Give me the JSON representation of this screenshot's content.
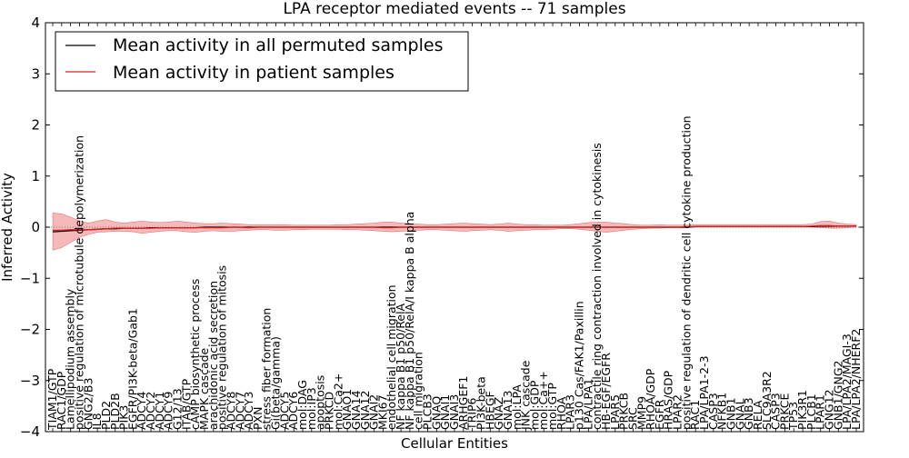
{
  "chart_data": {
    "type": "line",
    "title": "LPA receptor mediated events -- 71 samples",
    "xlabel": "Cellular Entities",
    "ylabel": "Inferred Activity",
    "ylim": [
      -4,
      4
    ],
    "yticks": [
      -4,
      -3,
      -2,
      -1,
      0,
      1,
      2,
      3,
      4
    ],
    "grid": false,
    "legend_position": "top-left",
    "categories": [
      "TIAM1/GTP",
      "RAC1/GDP",
      "Lamellipodium assembly",
      "positive regulation of microtubule depolymerization",
      "GNG2/B3",
      "IL8",
      "PLD2",
      "PLD2B",
      "PIK3",
      "EGFR/PI3K-beta/Gab1",
      "ADCY4",
      "ADCY2",
      "ADCY1",
      "ADCY9",
      "G12/13",
      "ITAB/GTP",
      "cAMP biosynthetic process",
      "MAPK cascade",
      "arachidonic acid secretion",
      "positive regulation of mitosis",
      "ADCY8",
      "ADCY7",
      "ADCY3",
      "PXN",
      "stress fiber formation",
      "Gi(beta/gamma)",
      "ADCY5",
      "ADCY6",
      "mol:DAG",
      "mol:IP3",
      "apoptosis",
      "PRKCD",
      "mol:Ca2+",
      "GNAO1",
      "GNA14",
      "GNA12",
      "GNAI2",
      "MKI67",
      "endothelial cell migration",
      "NF kappa B1 p50/RelA",
      "NF kappa B1 p50/RelA/I kappa B alpha",
      "cell migration",
      "PLCB3",
      "GNAQ",
      "GNAI1",
      "GNAI3",
      "ARHGEF1",
      "TRIP6",
      "PI3K-beta",
      "HBEGF",
      "GNAZ",
      "GNA13",
      "mol:LPA",
      "JNK cascade",
      "mol:GDP",
      "mol:Ca++",
      "mol:GTP",
      "RHOA",
      "LPAR3",
      "p130 Cas/FAK1/Paxillin",
      "LPA/LPA1",
      "contractile ring contraction involved in cytokinesis",
      "HB-EGF/EGFR",
      "LPAR5",
      "PRKCB",
      "SRC",
      "MMP9",
      "RHOA/GDP",
      "EGFR",
      "HRAS/GDP",
      "LPAR2",
      "positive regulation of dendritic cell cytokine production",
      "RAC1",
      "LPA/LPA1-2-3",
      "CASP3",
      "NFKB1",
      "GNB1",
      "GNAL",
      "GNB3",
      "RELA",
      "SLC9A3R2",
      "CASP3",
      "PRKCE",
      "TP53",
      "PIK3R1",
      "PLCB1",
      "LPAR1",
      "GNG12",
      "GNB1/GNG2",
      "LPA/LPA2/MAGI-3",
      "LPA/LPA2/NHERF2"
    ],
    "series": [
      {
        "name": "Mean activity in all permuted samples",
        "color": "#000000",
        "values": [
          -0.09,
          -0.08,
          -0.07,
          -0.06,
          -0.05,
          -0.04,
          -0.03,
          -0.03,
          -0.02,
          -0.02,
          -0.02,
          -0.01,
          -0.01,
          -0.01,
          -0.01,
          -0.01,
          -0.01,
          0.0,
          0.0,
          0.0,
          0.0,
          0.0,
          0.0,
          0.0,
          0.0,
          0.0,
          0.0,
          0.0,
          0.0,
          0.0,
          0.0,
          0.0,
          0.0,
          0.0,
          0.0,
          0.0,
          0.0,
          0.0,
          0.0,
          0.0,
          0.0,
          0.0,
          0.0,
          0.0,
          0.0,
          0.0,
          0.0,
          0.0,
          0.0,
          0.0,
          0.0,
          0.0,
          0.0,
          0.0,
          0.0,
          0.0,
          0.0,
          0.0,
          0.0,
          0.0,
          0.0,
          0.0,
          0.0,
          0.0,
          0.0,
          0.0,
          0.0,
          0.0,
          0.0,
          0.0,
          0.0,
          0.0,
          0.01,
          0.01,
          0.01,
          0.01,
          0.01,
          0.01,
          0.01,
          0.01,
          0.01,
          0.01,
          0.01,
          0.01,
          0.01,
          0.01,
          0.02,
          0.02,
          0.02,
          0.02,
          0.02
        ],
        "lower": [
          -0.45,
          -0.4,
          -0.3,
          -0.2,
          -0.14,
          -0.1,
          -0.09,
          -0.08,
          -0.08,
          -0.09,
          -0.12,
          -0.1,
          -0.08,
          -0.07,
          -0.07,
          -0.09,
          -0.1,
          -0.08,
          -0.07,
          -0.08,
          -0.08,
          -0.07,
          -0.06,
          -0.05,
          -0.05,
          -0.06,
          -0.06,
          -0.05,
          -0.05,
          -0.04,
          -0.04,
          -0.04,
          -0.04,
          -0.05,
          -0.05,
          -0.06,
          -0.07,
          -0.08,
          -0.09,
          -0.08,
          -0.07,
          -0.06,
          -0.05,
          -0.05,
          -0.06,
          -0.07,
          -0.08,
          -0.07,
          -0.06,
          -0.05,
          -0.06,
          -0.08,
          -0.07,
          -0.06,
          -0.05,
          -0.05,
          -0.04,
          -0.03,
          -0.03,
          -0.04,
          -0.06,
          -0.08,
          -0.1,
          -0.08,
          -0.06,
          -0.04,
          -0.03,
          -0.02,
          -0.02,
          -0.01,
          -0.01,
          -0.01,
          0.0,
          0.0,
          0.0,
          0.0,
          0.0,
          0.0,
          0.0,
          0.0,
          0.0,
          0.0,
          0.0,
          0.0,
          0.0,
          0.0,
          -0.01,
          -0.02,
          -0.02,
          -0.01,
          0.0
        ],
        "upper": [
          0.28,
          0.26,
          0.2,
          0.12,
          0.08,
          0.12,
          0.15,
          0.1,
          0.08,
          0.1,
          0.12,
          0.1,
          0.09,
          0.1,
          0.12,
          0.1,
          0.08,
          0.07,
          0.07,
          0.08,
          0.07,
          0.06,
          0.05,
          0.05,
          0.05,
          0.05,
          0.05,
          0.04,
          0.04,
          0.04,
          0.04,
          0.04,
          0.05,
          0.05,
          0.06,
          0.07,
          0.08,
          0.1,
          0.1,
          0.08,
          0.07,
          0.06,
          0.05,
          0.05,
          0.06,
          0.07,
          0.08,
          0.07,
          0.06,
          0.05,
          0.06,
          0.08,
          0.06,
          0.05,
          0.05,
          0.04,
          0.04,
          0.04,
          0.05,
          0.07,
          0.09,
          0.1,
          0.1,
          0.08,
          0.07,
          0.05,
          0.04,
          0.04,
          0.05,
          0.04,
          0.04,
          0.04,
          0.05,
          0.05,
          0.05,
          0.05,
          0.05,
          0.05,
          0.05,
          0.05,
          0.05,
          0.05,
          0.05,
          0.05,
          0.05,
          0.06,
          0.11,
          0.12,
          0.08,
          0.06,
          0.05
        ]
      },
      {
        "name": "Mean activity in patient samples",
        "color": "#d62020",
        "values": [
          -0.06,
          -0.06,
          -0.05,
          -0.05,
          -0.05,
          -0.04,
          -0.03,
          -0.02,
          -0.02,
          -0.02,
          -0.02,
          -0.02,
          -0.01,
          -0.01,
          -0.01,
          -0.01,
          -0.01,
          -0.01,
          -0.01,
          -0.01,
          0.0,
          0.0,
          -0.01,
          0.0,
          0.0,
          0.0,
          0.0,
          0.0,
          0.0,
          0.0,
          0.0,
          0.0,
          0.0,
          0.0,
          0.0,
          0.0,
          0.0,
          -0.01,
          -0.01,
          0.0,
          0.0,
          0.0,
          0.0,
          0.0,
          0.0,
          0.0,
          0.0,
          0.0,
          0.0,
          0.0,
          0.0,
          0.0,
          0.0,
          0.0,
          0.0,
          0.0,
          0.0,
          0.0,
          0.0,
          0.0,
          0.0,
          0.0,
          0.0,
          0.0,
          0.0,
          0.0,
          0.0,
          0.0,
          0.0,
          0.0,
          0.0,
          0.01,
          0.01,
          0.01,
          0.01,
          0.01,
          0.01,
          0.01,
          0.01,
          0.01,
          0.01,
          0.01,
          0.01,
          0.01,
          0.01,
          0.02,
          0.03,
          0.03,
          0.02,
          0.02,
          0.02
        ]
      }
    ]
  }
}
